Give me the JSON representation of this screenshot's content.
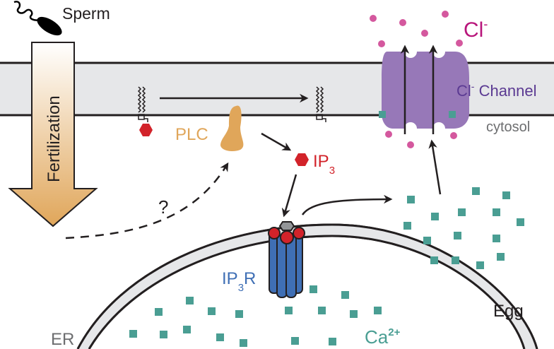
{
  "labels": {
    "sperm": "Sperm",
    "fertilization": "Fertilization",
    "plc": "PLC",
    "ip3_main": "IP",
    "ip3_sub": "3",
    "ip3r_main": "IP",
    "ip3r_sub": "3",
    "ip3r_tail": "R",
    "question": "?",
    "cl_ion_main": "Cl",
    "cl_ion_sup": "-",
    "cl_channel_main": "Cl",
    "cl_channel_sup": "-",
    "cl_channel_tail": " Channel",
    "cytosol": "cytosol",
    "egg": "Egg",
    "er": "ER",
    "ca_main": "Ca",
    "ca_sup": "2+"
  },
  "colors": {
    "membrane": "#e6e7e9",
    "outline": "#231f20",
    "plc": "#e0a65a",
    "ip3": "#d2232a",
    "ip3r": "#3f6fb5",
    "channel": "#9778b8",
    "chloride": "#d4589e",
    "chloride_text": "#b8157b",
    "channel_text": "#5b3a92",
    "calcium": "#4a9e93",
    "cytosol_text": "#6d6e70",
    "fert_top": "#ffffff",
    "fert_bottom": "#e0a65a"
  }
}
